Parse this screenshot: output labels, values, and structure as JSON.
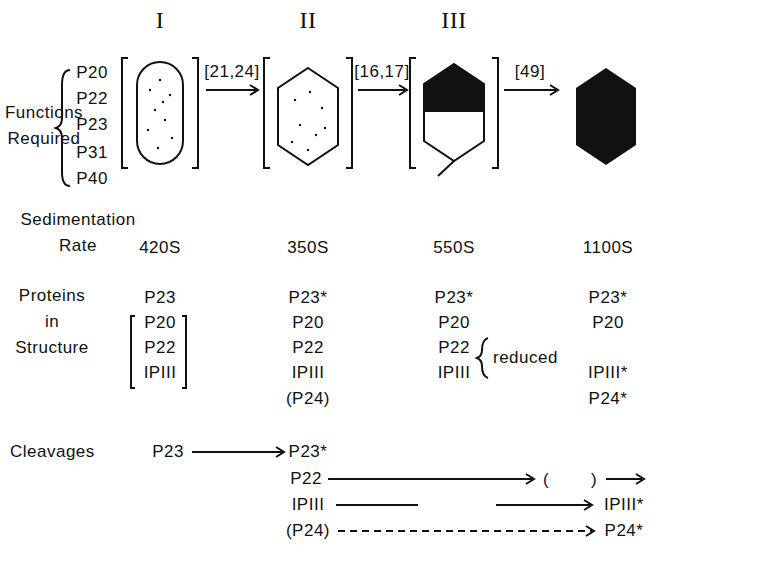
{
  "diagram": {
    "labels": [
      "I",
      "II",
      "III",
      "Functions Required",
      "P20",
      "P22",
      "P23",
      "P31",
      "P40",
      "[21,24]",
      "[16,17]",
      "[49]",
      "Sedimentation Rate",
      "420S",
      "350S",
      "550S",
      "1100S",
      "Proteins in Structure",
      "P23",
      "P20",
      "P22",
      "IPIII",
      "P23*",
      "P20",
      "P22",
      "IPIII",
      "(P24)",
      "P23*",
      "P20",
      "P22",
      "IPIII",
      "reduced",
      "P23*",
      "P20",
      "IPIII*",
      "P24*",
      "Cleavages",
      "P23",
      "P23*",
      "P22",
      "(        )",
      "IPIII",
      "IPIII*",
      "(P24)",
      "P24*"
    ]
  }
}
